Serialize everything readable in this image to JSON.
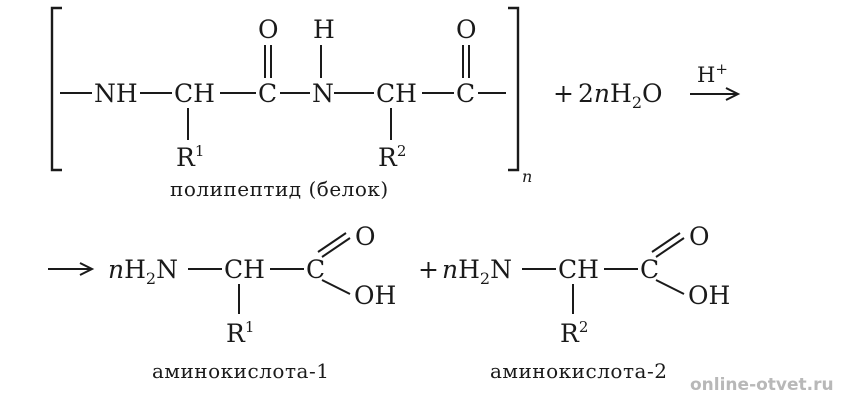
{
  "polymer": {
    "nh": "NH",
    "ch1": "CH",
    "c1": "C",
    "o1": "O",
    "n": "N",
    "h": "H",
    "ch2": "CH",
    "c2": "C",
    "o2": "O",
    "r1": "R",
    "r1_sup": "1",
    "r2": "R",
    "r2_sup": "2",
    "repeat_sub": "n",
    "caption": "полипептид (белок)"
  },
  "water": {
    "plus": "+",
    "coef": "2",
    "n": "n",
    "h": "H",
    "h_sub": "2",
    "o": "O"
  },
  "catalyst": {
    "h": "H",
    "sup": "+"
  },
  "product1": {
    "coef": "n",
    "h": "H",
    "h_sub": "2",
    "n": "N",
    "ch": "CH",
    "c": "C",
    "o": "O",
    "oh": "OH",
    "r": "R",
    "r_sup": "1",
    "caption": "аминокислота-1"
  },
  "product2": {
    "plus": "+",
    "coef": "n",
    "h": "H",
    "h_sub": "2",
    "n": "N",
    "ch": "CH",
    "c": "C",
    "o": "O",
    "oh": "OH",
    "r": "R",
    "r_sup": "2",
    "caption": "аминокислота-2"
  },
  "watermark": "online-otvet.ru"
}
